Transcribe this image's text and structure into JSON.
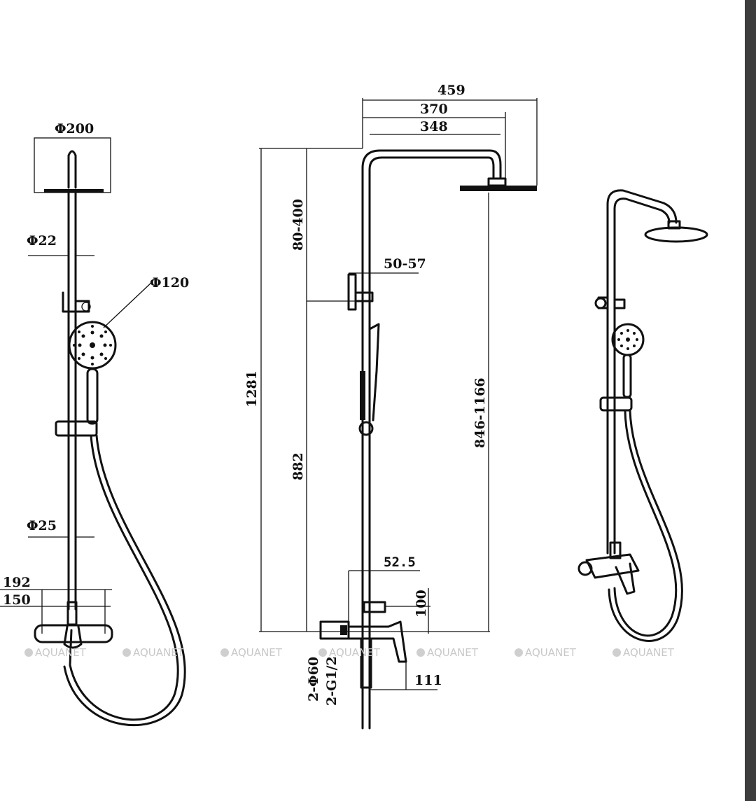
{
  "dimensions": {
    "head_diameter": "Φ200",
    "riser_diameter": "Φ22",
    "hand_shower_diameter": "Φ120",
    "lower_tube_diameter": "Φ25",
    "mixer_width_outer": "192",
    "mixer_width_inner": "150",
    "total_width": "459",
    "arm_width": "370",
    "arm_inner_width": "348",
    "total_height": "1281",
    "adjust_range_upper": "80-400",
    "bracket_offset": "50-57",
    "lower_height": "882",
    "head_height_range": "846-1166",
    "mixer_offset": "52.5",
    "mixer_height": "100",
    "flange_spec": "2-Φ60",
    "thread_spec": "2-G1/2",
    "mixer_depth": "111"
  },
  "watermark": {
    "text": "AQUANET"
  }
}
